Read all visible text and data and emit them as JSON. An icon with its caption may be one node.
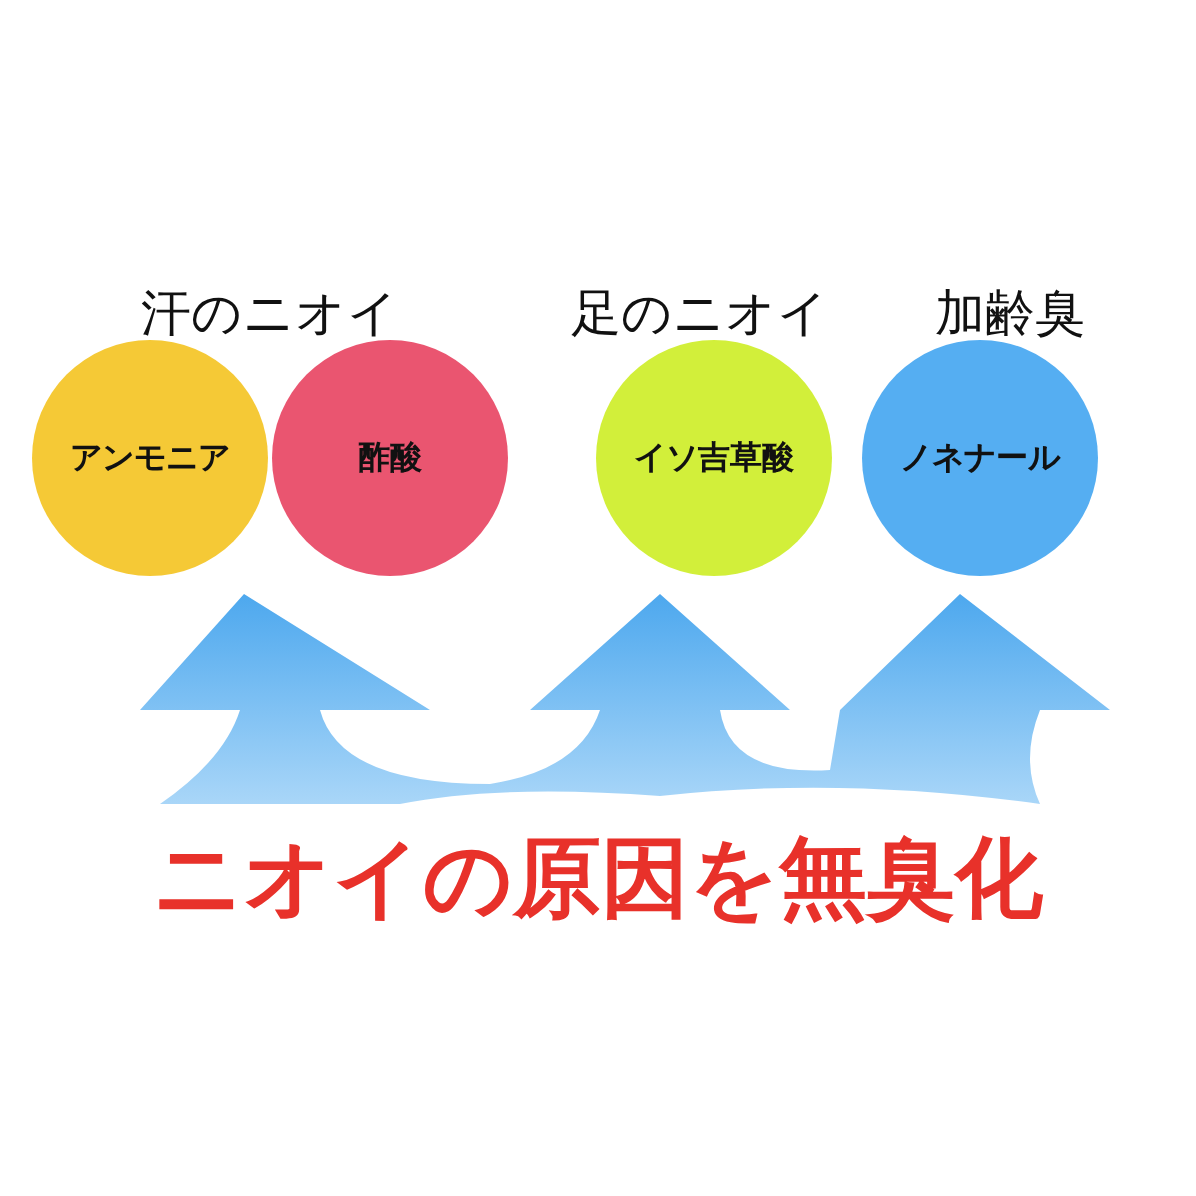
{
  "diagram": {
    "nodes": [
      {
        "text": [
          "アンモニア"
        ]
      },
      {
        "text": [
          "酢酸"
        ]
      },
      {
        "text": [
          "イソ吉草酸"
        ]
      },
      {
        "text": [
          "ノネナール"
        ]
      }
    ],
    "labels": [
      "汗のニオイ",
      "足のニオイ",
      "加齢臭",
      "ニオイの原因を無臭化"
    ]
  }
}
